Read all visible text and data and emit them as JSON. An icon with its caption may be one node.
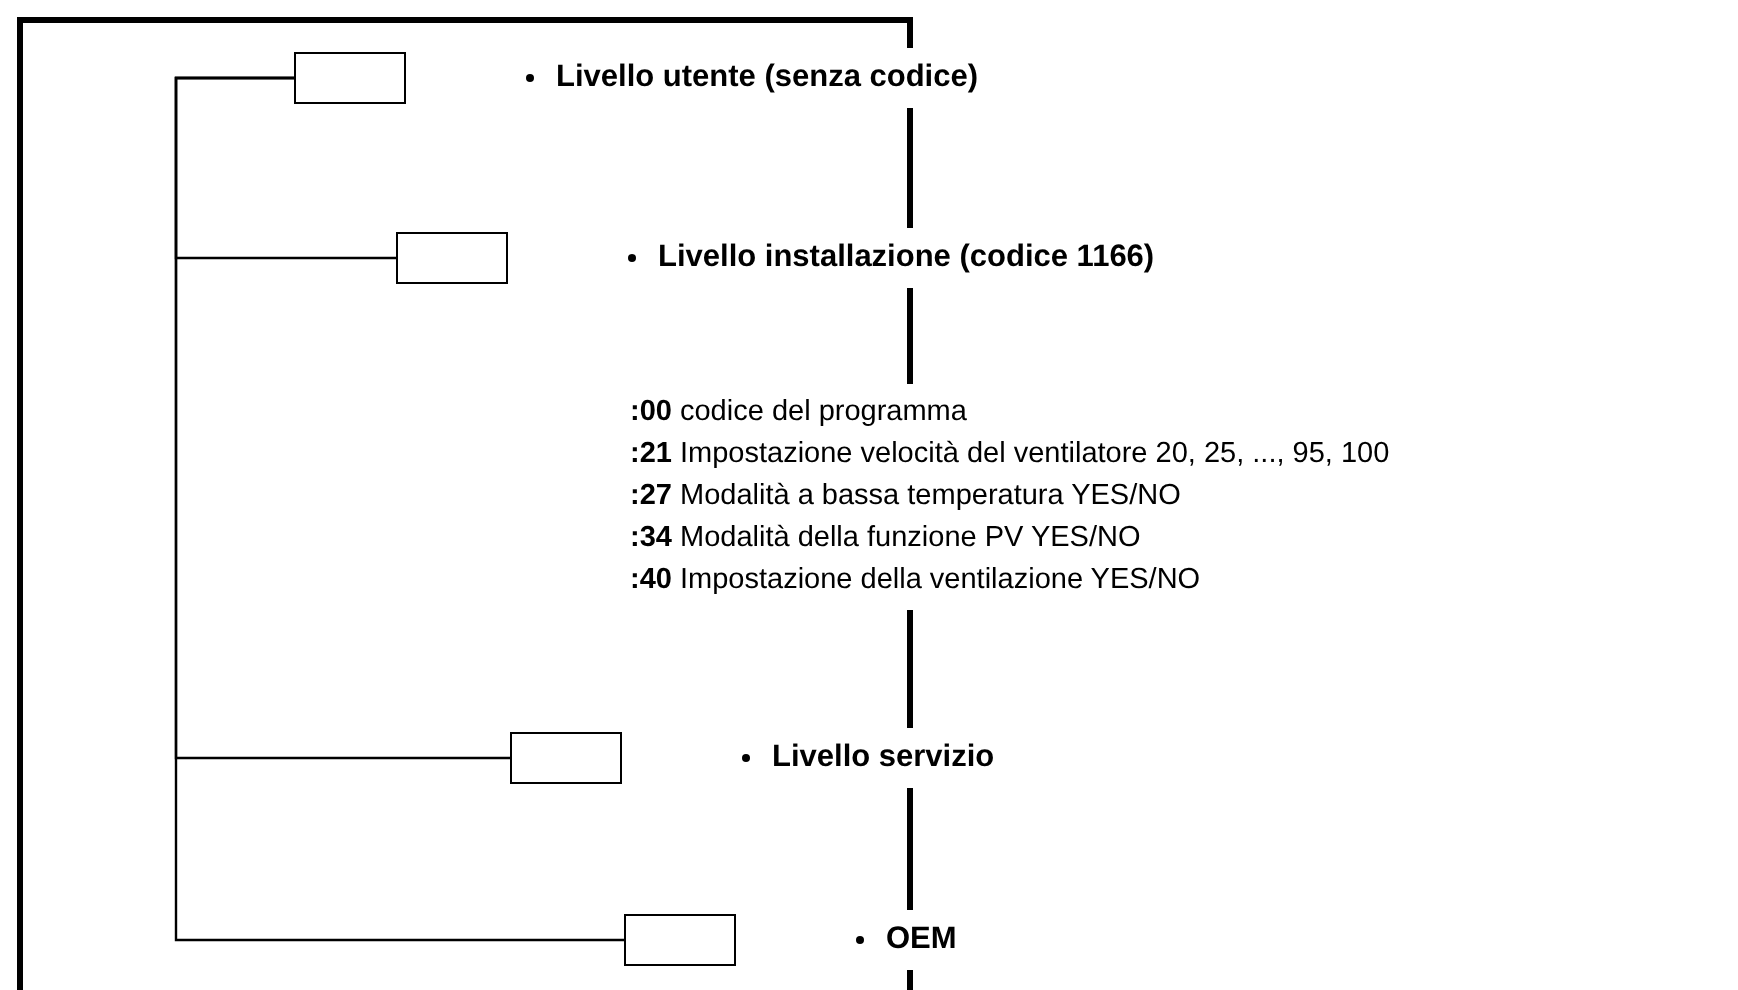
{
  "diagram": {
    "nodes": [
      {
        "text": [],
        "shape": "box"
      },
      {
        "text": [
          "Livello utente (senza codice)"
        ]
      },
      {
        "text": [],
        "shape": "box"
      },
      {
        "text": [
          "Livello installazione (codice 1166)"
        ]
      },
      {
        "text": [
          "**:00** codice del programma",
          "**:21** Impostazione velocità del ventilatore 20, 25, ..., 95, 100",
          "**:27** Modalità a bassa temperatura YES/NO",
          "**:34** Modalità della funzione PV YES/NO",
          "**:40** Impostazione della ventilazione YES/NO"
        ]
      },
      {
        "text": [],
        "shape": "box"
      },
      {
        "text": [
          "Livello servizio"
        ]
      },
      {
        "text": [],
        "shape": "box"
      },
      {
        "text": [
          "OEM"
        ]
      }
    ],
    "edges": [
      {
        "from": 0,
        "to": 2,
        "arrow": "none"
      },
      {
        "from": 0,
        "to": 5,
        "arrow": "none"
      },
      {
        "from": 0,
        "to": 7,
        "arrow": "none"
      },
      {
        "from": null,
        "to": 1,
        "arrow": "none"
      },
      {
        "from": 1,
        "to": 3,
        "arrow": "none"
      },
      {
        "from": 3,
        "to": 4,
        "arrow": "none"
      },
      {
        "from": 4,
        "to": 6,
        "arrow": "none"
      },
      {
        "from": 6,
        "to": 8,
        "arrow": "none"
      },
      {
        "from": 8,
        "to": null,
        "arrow": "none"
      }
    ]
  }
}
